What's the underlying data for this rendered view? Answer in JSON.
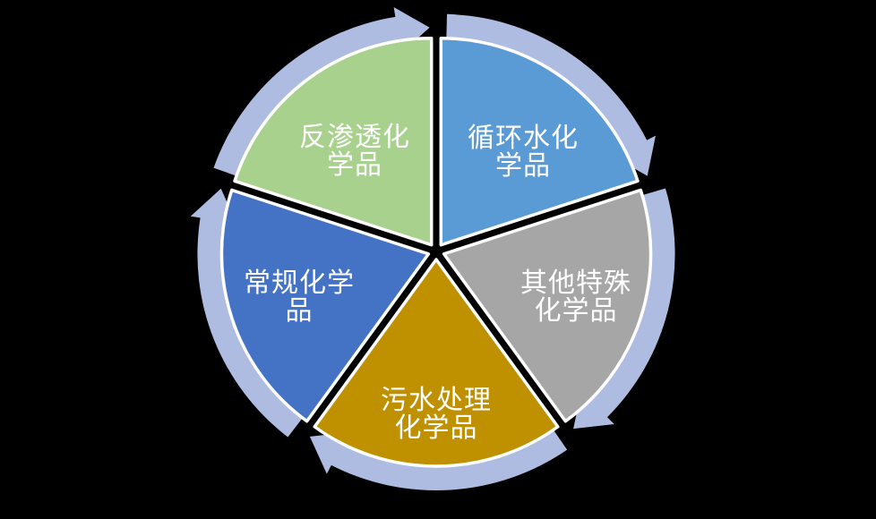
{
  "diagram": {
    "type": "segmented-cycle",
    "direction": "clockwise",
    "background_color": "#000000",
    "ring_color": "#AFBCE1",
    "outline_color": "#FFFFFF",
    "label_color": "#FFFFFF",
    "segments": [
      {
        "id": "circulating-water-chemicals",
        "label": "循环水化学品",
        "lines": [
          "循环水化",
          "学品"
        ],
        "color": "#5B9BD5"
      },
      {
        "id": "other-special-chemicals",
        "label": "其他特殊化学品",
        "lines": [
          "其他特殊",
          "化学品"
        ],
        "color": "#A6A6A6"
      },
      {
        "id": "sewage-treatment-chemicals",
        "label": "污水处理化学品",
        "lines": [
          "污水处理",
          "化学品"
        ],
        "color": "#BF9000"
      },
      {
        "id": "conventional-chemicals",
        "label": "常规化学品",
        "lines": [
          "常规化学",
          "品"
        ],
        "color": "#4472C4"
      },
      {
        "id": "reverse-osmosis-chemicals",
        "label": "反渗透化学品",
        "lines": [
          "反渗透化",
          "学品"
        ],
        "color": "#A9D18E"
      }
    ]
  }
}
